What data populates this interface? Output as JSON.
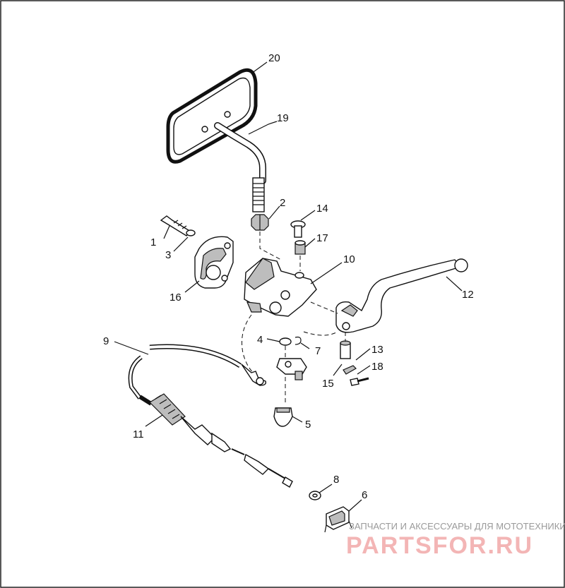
{
  "labels": [
    {
      "id": "20",
      "text": "20"
    },
    {
      "id": "19",
      "text": "19"
    },
    {
      "id": "2",
      "text": "2"
    },
    {
      "id": "14",
      "text": "14"
    },
    {
      "id": "1",
      "text": "1"
    },
    {
      "id": "3",
      "text": "3"
    },
    {
      "id": "17",
      "text": "17"
    },
    {
      "id": "10",
      "text": "10"
    },
    {
      "id": "12",
      "text": "12"
    },
    {
      "id": "16",
      "text": "16"
    },
    {
      "id": "9",
      "text": "9"
    },
    {
      "id": "4",
      "text": "4"
    },
    {
      "id": "7",
      "text": "7"
    },
    {
      "id": "13",
      "text": "13"
    },
    {
      "id": "18",
      "text": "18"
    },
    {
      "id": "15",
      "text": "15"
    },
    {
      "id": "5",
      "text": "5"
    },
    {
      "id": "11",
      "text": "11"
    },
    {
      "id": "8",
      "text": "8"
    },
    {
      "id": "6",
      "text": "6"
    }
  ],
  "watermark": {
    "tagline": "ЗАПЧАСТИ И АКСЕССУАРЫ ДЛЯ МОТОТЕХНИКИ",
    "brand": "PARTSFOR.RU",
    "brand_color": "#f3b5b5"
  }
}
